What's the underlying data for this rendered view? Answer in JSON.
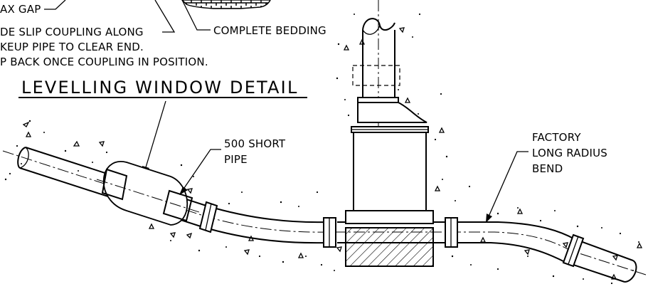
{
  "labels": {
    "max_gap": "AX GAP",
    "note_line1": "DE SLIP COUPLING ALONG",
    "note_line2": "KEUP PIPE TO CLEAR END.",
    "note_line3": "P BACK ONCE COUPLING IN POSITION.",
    "detail_title": "LEVELLING WINDOW DETAIL",
    "complete_bedding": "COMPLETE BEDDING",
    "short_pipe_line1": "500 SHORT",
    "short_pipe_line2": "PIPE",
    "bend_line1": "FACTORY",
    "bend_line2": "LONG RADIUS",
    "bend_line3": "BEND"
  }
}
